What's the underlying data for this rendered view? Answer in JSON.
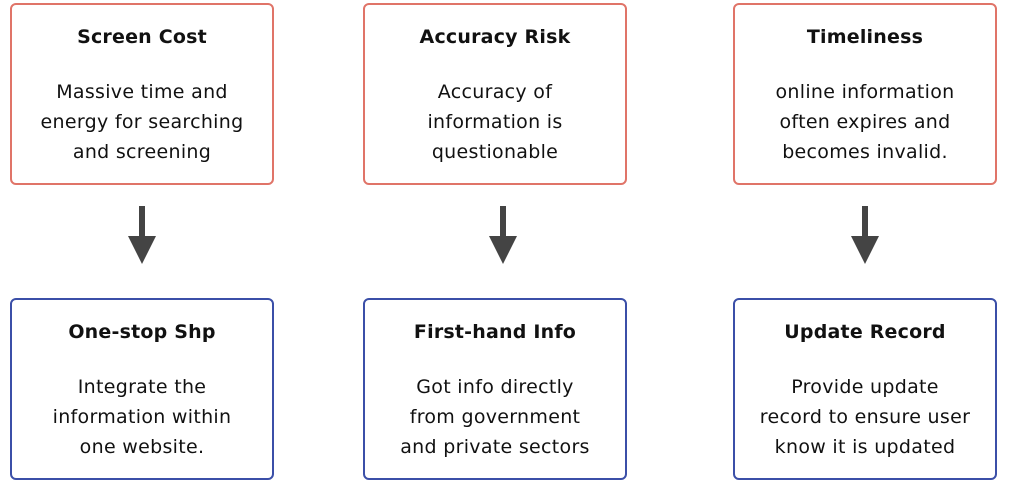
{
  "colors": {
    "problem_border": "#e07468",
    "solution_border": "#3b4fa8",
    "arrow": "#444444"
  },
  "columns": [
    {
      "problem": {
        "title": "Screen Cost",
        "lines": [
          "Massive time and",
          "energy for searching",
          "and screening"
        ]
      },
      "solution": {
        "title": "One-stop Shp",
        "lines": [
          "Integrate the",
          "information within",
          "one website."
        ]
      }
    },
    {
      "problem": {
        "title": "Accuracy Risk",
        "lines": [
          "Accuracy of",
          "information is",
          "questionable"
        ]
      },
      "solution": {
        "title": "First-hand Info",
        "lines": [
          "Got info directly",
          "from government",
          "and private sectors"
        ]
      }
    },
    {
      "problem": {
        "title": "Timeliness",
        "lines": [
          "online information",
          "often expires and",
          "becomes invalid."
        ]
      },
      "solution": {
        "title": "Update Record",
        "lines": [
          "Provide update",
          "record to ensure user",
          "know it is updated"
        ]
      }
    }
  ],
  "arrow_icon": "arrow-down-icon"
}
